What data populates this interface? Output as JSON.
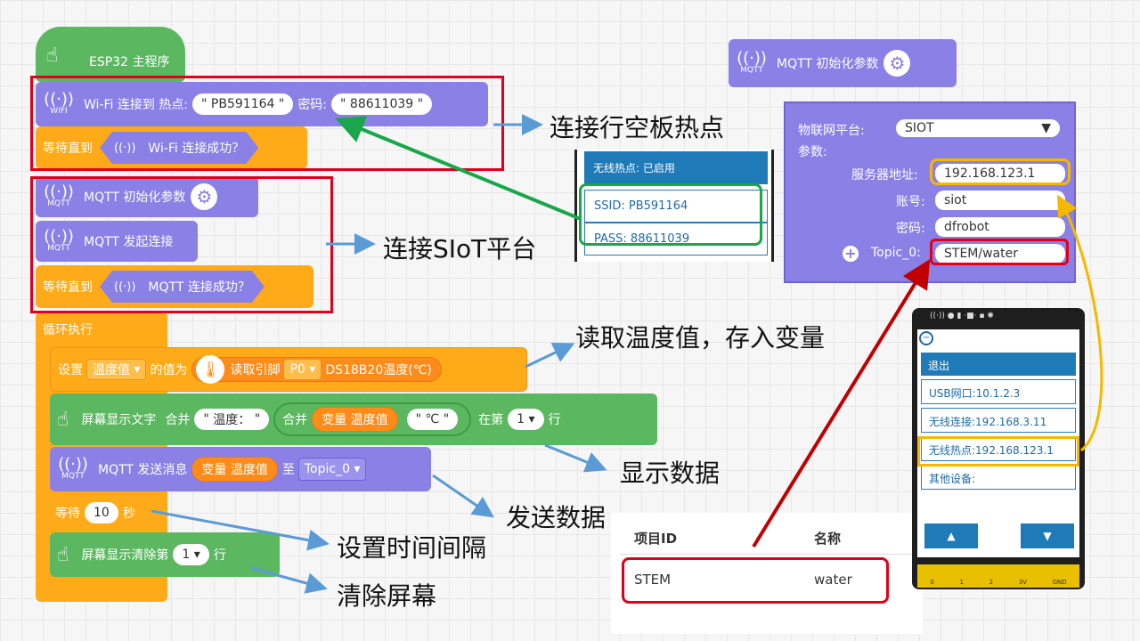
{
  "blocks": {
    "main_title": "ESP32 主程序",
    "wifi_label": "WIFI",
    "mqtt_label": "MQTT",
    "wifi_connect_text": "Wi-Fi 连接到 热点:",
    "ssid": "PB591164",
    "password_label": "密码:",
    "password": "88611039",
    "wait_until": "等待直到",
    "wifi_success": "Wi-Fi 连接成功？",
    "mqtt_init": "MQTT 初始化参数",
    "mqtt_connect": "MQTT 发起连接",
    "mqtt_success": "MQTT 连接成功？",
    "loop": "循环执行",
    "set": "设置",
    "var_name": "温度值",
    "assign": "的值为",
    "read_pin": "读取引脚",
    "pin": "P0",
    "sensor": "DS18B20温度(℃)",
    "screen_text": "屏幕显示文字",
    "join": "合并",
    "temp_label": "温度：",
    "var_prefix": "变量",
    "unit": "℃",
    "at_line": "在第",
    "line_num": "1",
    "line_suffix": "行",
    "mqtt_send": "MQTT 发送消息",
    "to": "至",
    "topic": "Topic_0",
    "wait": "等待",
    "wait_value": "10",
    "seconds": "秒",
    "screen_clear": "屏幕显示清除第",
    "clear_line": "1"
  },
  "annotations": {
    "connect_hotspot": "连接行空板热点",
    "connect_siot": "连接SIoT平台",
    "read_temp": "读取温度值，存入变量",
    "show_data": "显示数据",
    "send_data": "发送数据",
    "set_interval": "设置时间间隔",
    "clear_screen": "清除屏幕"
  },
  "mqtt_panel": {
    "title": "MQTT 初始化参数",
    "platform_label": "物联网平台:",
    "platform_value": "SIOT",
    "params_label": "参数:",
    "server_label": "服务器地址:",
    "server_value": "192.168.123.1",
    "account_label": "账号:",
    "account_value": "siot",
    "password_label": "密码:",
    "password_value": "dfrobot",
    "topic_label": "Topic_0:",
    "topic_value": "STEM/water"
  },
  "hotspot_panel": {
    "status": "无线热点: 已启用",
    "ssid": "SSID: PB591164",
    "pass": "PASS: 88611039"
  },
  "project_table": {
    "col_id": "项目ID",
    "col_name": "名称",
    "row_id": "STEM",
    "row_name": "water"
  },
  "device": {
    "exit": "退出",
    "usb": "USB网口:10.1.2.3",
    "wireless": "无线连接:192.168.3.11",
    "hotspot": "无线热点:192.168.123.1",
    "other": "其他设备:",
    "pins": [
      "0",
      "1",
      "2",
      "3V",
      "GND"
    ]
  },
  "colors": {
    "green": "#5cb860",
    "purple": "#8a80e6",
    "orange": "#ffab19",
    "red": "#e0001b",
    "yellow": "#f5b800",
    "arrow_blue": "#5b9bd5",
    "arrow_green": "#1aa64a"
  }
}
